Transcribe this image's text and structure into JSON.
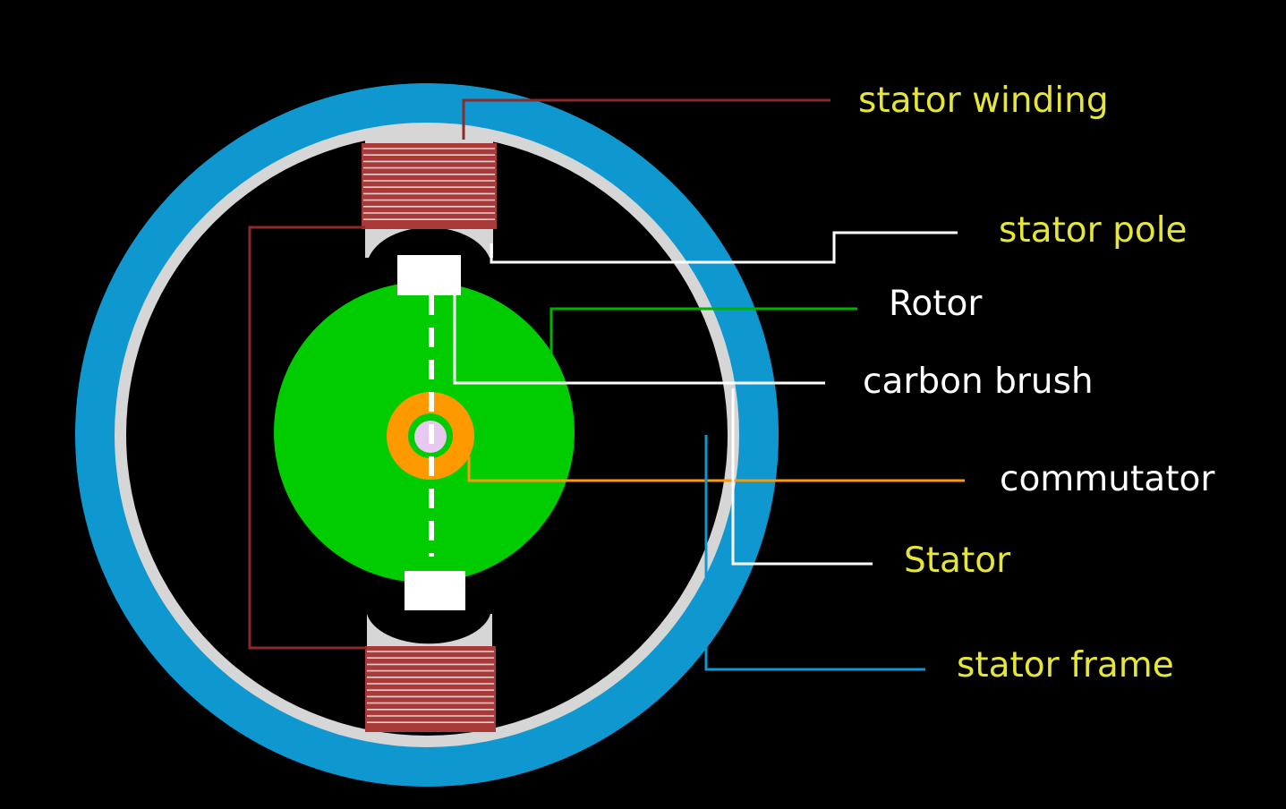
{
  "labels": {
    "stator_winding": "stator winding",
    "stator_pole": "stator pole",
    "rotor": "Rotor",
    "carbon_brush": "carbon brush",
    "commutator": "commutator",
    "stator": "Stator",
    "stator_frame": "stator frame"
  },
  "colors": {
    "background": "#000000",
    "label_yellow": "#e6e639",
    "label_white": "#ffffff",
    "stator_frame": "#0f98d0",
    "stator_ring": "#d6d6d6",
    "rotor": "#00cc00",
    "commutator": "#ff9900",
    "shaft": "#e8c8f0",
    "winding": "#a83a3a",
    "winding_wire": "#8b2a2a",
    "brush": "#ffffff",
    "rotor_leader": "#00b300",
    "commutator_leader": "#ff9900",
    "frame_leader": "#0f98d0",
    "white_leader": "#ffffff"
  }
}
